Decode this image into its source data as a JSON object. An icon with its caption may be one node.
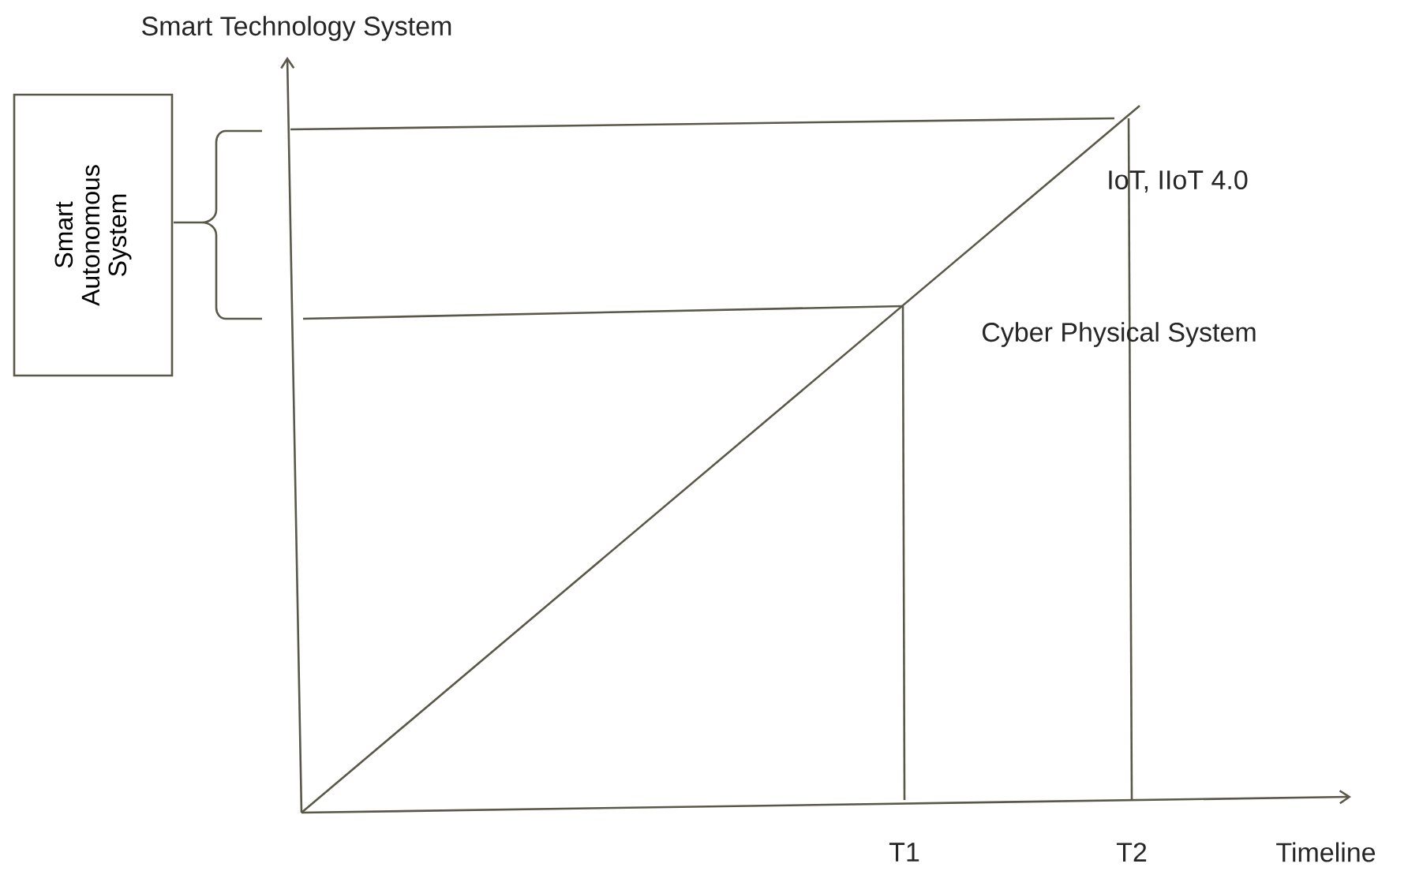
{
  "diagram": {
    "nodes": [
      {
        "text": [
          "Smart Autonomous System"
        ]
      }
    ],
    "labels": [
      "Smart Technology System",
      "IoT, IIoT 4.0",
      "Cyber Physical System",
      "T1",
      "T2",
      "Timeline"
    ]
  }
}
